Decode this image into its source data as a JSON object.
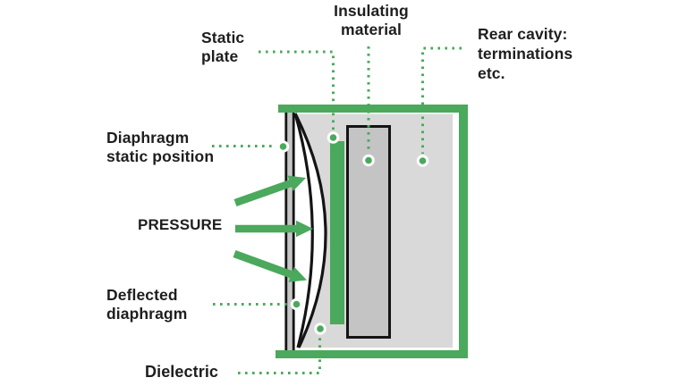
{
  "colors": {
    "green": "#4aa95c",
    "cavity_gray": "#d9d9d9",
    "insulator_gray": "#c4c4c4",
    "strip_gray": "#c6c6c6",
    "white": "#ffffff",
    "black": "#141414",
    "text": "#1e1e1e"
  },
  "labels": {
    "static_plate": {
      "lines": [
        "Static",
        "plate"
      ]
    },
    "insulating_material": {
      "lines": [
        "Insulating",
        "material"
      ]
    },
    "rear_cavity": {
      "lines": [
        "Rear cavity:",
        "terminations",
        "etc."
      ]
    },
    "diaphragm_static": {
      "lines": [
        "Diaphragm",
        "static position"
      ]
    },
    "pressure": {
      "text": "PRESSURE"
    },
    "deflected_diaphragm": {
      "lines": [
        "Deflected",
        "diaphragm"
      ]
    },
    "dielectric": {
      "text": "Dielectric"
    }
  }
}
